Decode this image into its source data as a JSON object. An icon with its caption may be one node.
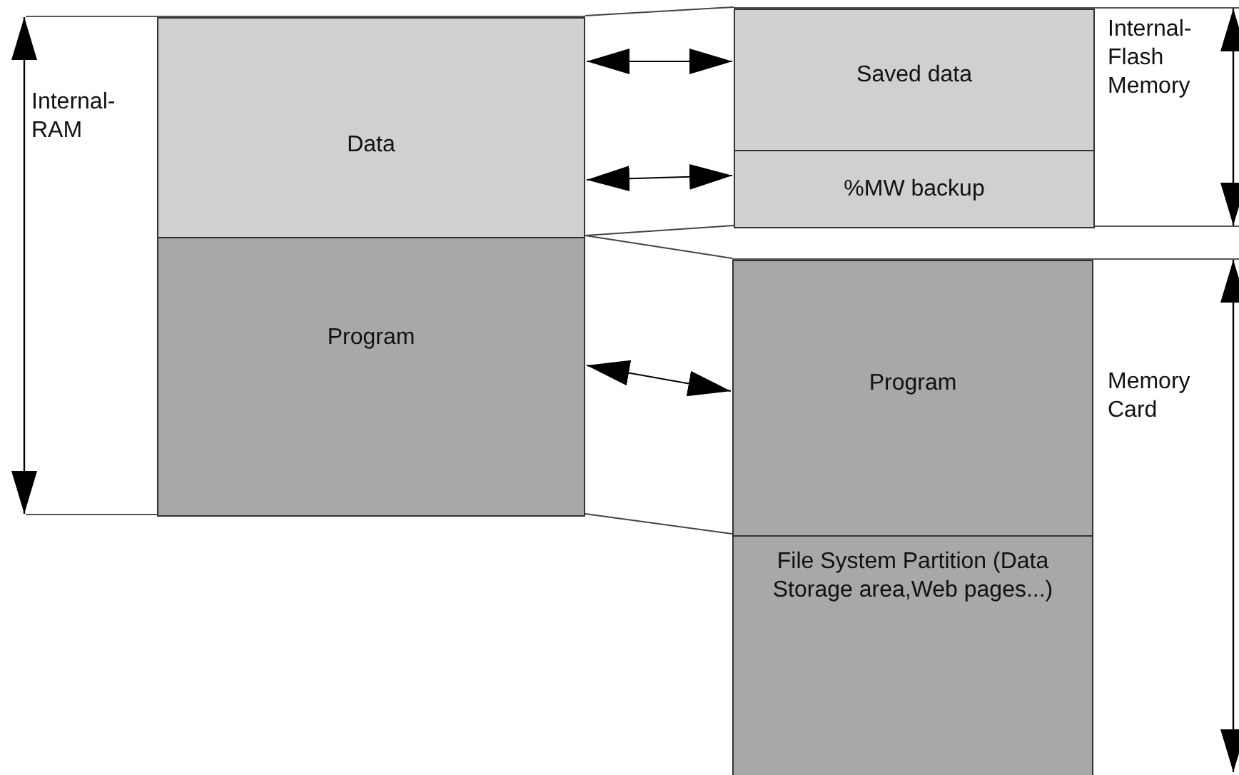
{
  "diagram": {
    "nodes": [
      {
        "text": [
          "Internal- RAM"
        ]
      },
      {
        "text": [
          "Data"
        ],
        "in": 0
      },
      {
        "text": [
          "Program"
        ],
        "in": 0
      },
      {
        "text": [
          "Internal- Flash Memory"
        ]
      },
      {
        "text": [
          "Saved data"
        ],
        "in": 3
      },
      {
        "text": [
          "%MW backup"
        ],
        "in": 3
      },
      {
        "text": [
          "Memory Card"
        ]
      },
      {
        "text": [
          "Program"
        ],
        "in": 6
      },
      {
        "text": [
          "File System Partition (Data Storage area,Web pages...)"
        ],
        "in": 6
      }
    ],
    "edges": [
      {
        "from": 1,
        "to": 4,
        "arrow": "both"
      },
      {
        "from": 1,
        "to": 5,
        "arrow": "both"
      },
      {
        "from": 2,
        "to": 7,
        "arrow": "both"
      },
      {
        "from": 1,
        "to": 3,
        "arrow": "none"
      },
      {
        "from": 1,
        "to": 3,
        "arrow": "none"
      },
      {
        "from": 2,
        "to": 6,
        "arrow": "none"
      },
      {
        "from": 2,
        "to": 6,
        "arrow": "none"
      }
    ]
  }
}
